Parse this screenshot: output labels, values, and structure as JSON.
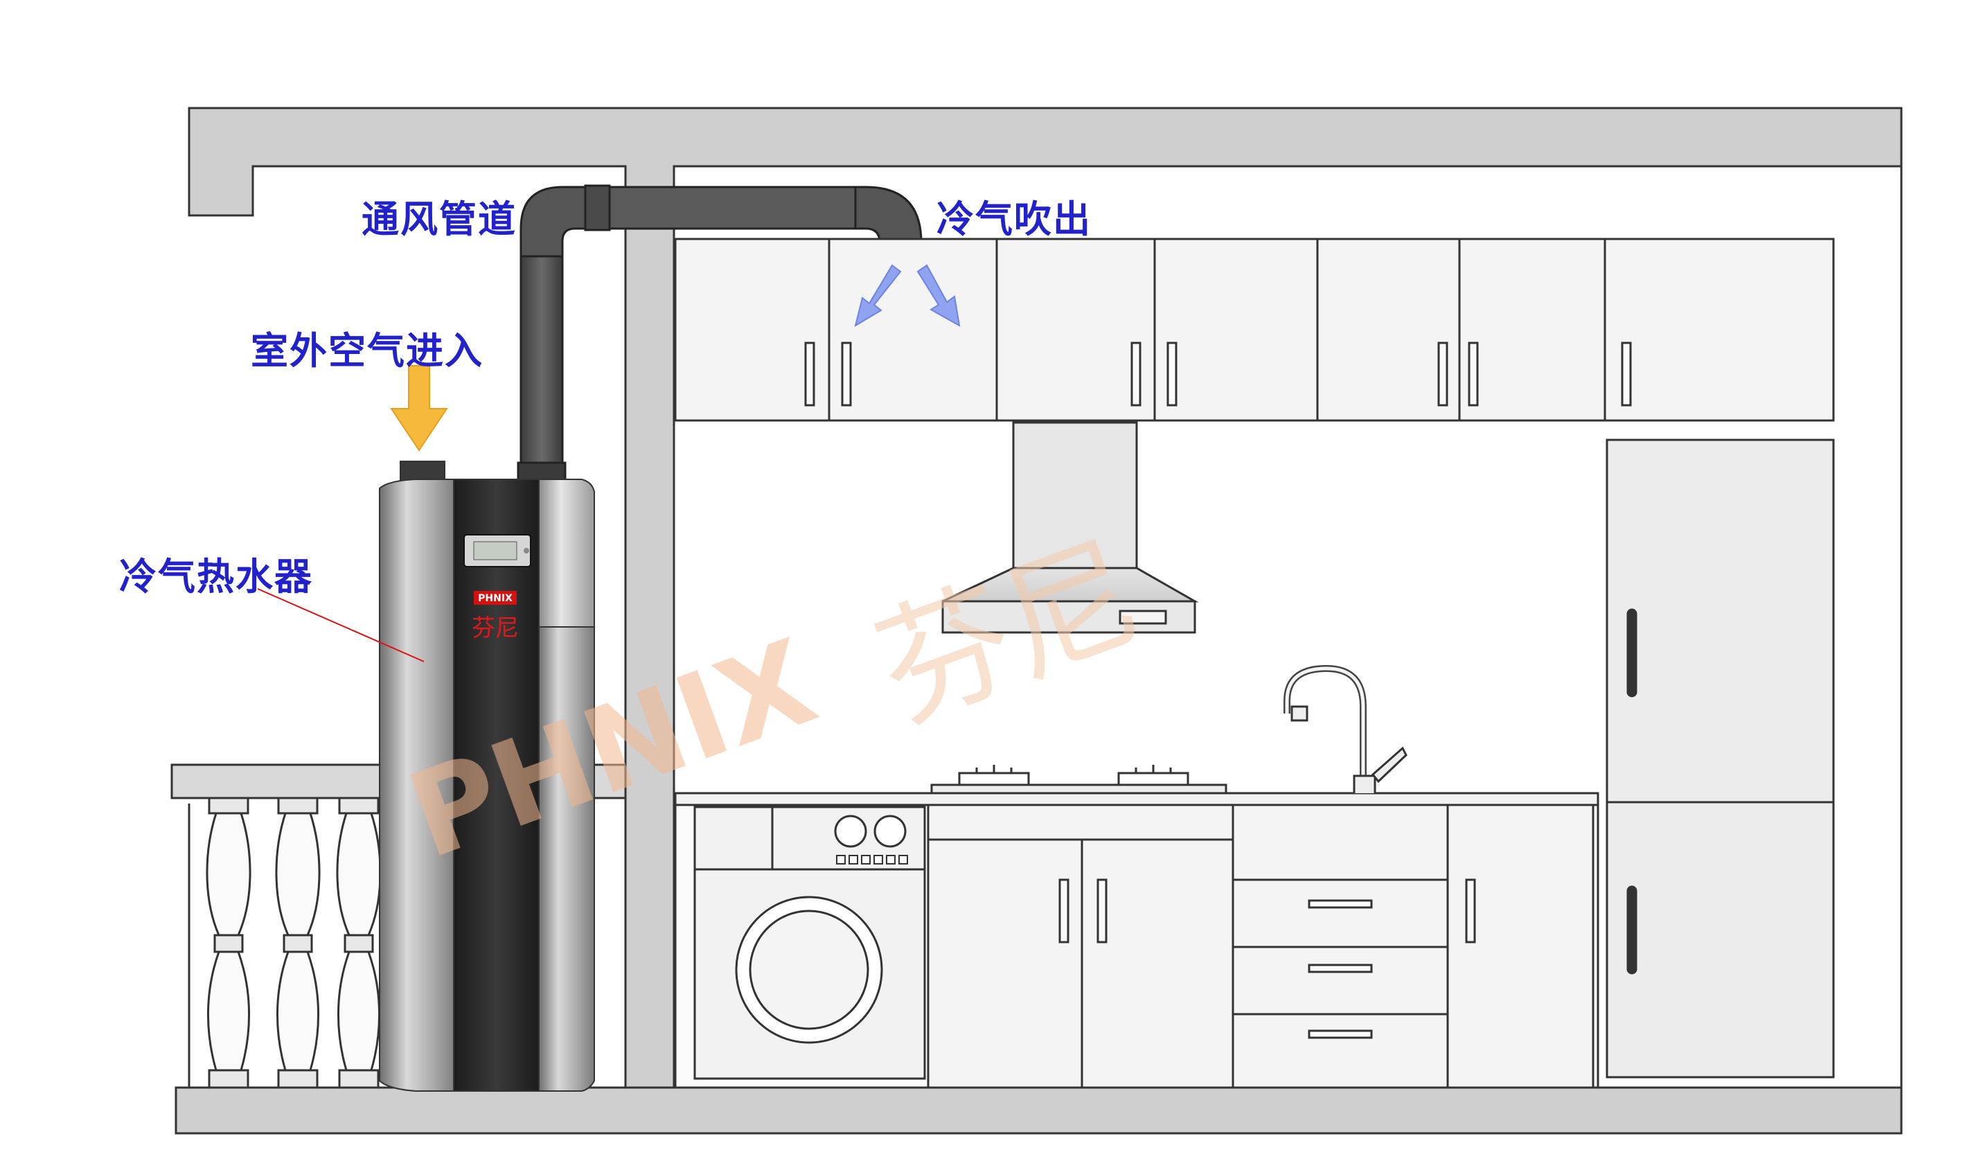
{
  "labels": {
    "duct": "通风管道",
    "cold_air_out": "冷气吹出",
    "outdoor_air_in": "室外空气进入",
    "heater": "冷气热水器"
  },
  "unit_brand": {
    "badge": "PHNIX",
    "name_cn": "芬尼"
  },
  "watermark": {
    "text_en": "PHNIX",
    "text_cn": "芬尼"
  },
  "colors": {
    "label_text": "#2222cc",
    "arrow_in": "#f6b93b",
    "arrow_out": "#8fa3f0",
    "duct": "#4a4a4a",
    "wall": "#cfcfcf",
    "leader_line": "#dd1111",
    "brand_red": "#d41111",
    "watermark": "#f3c9a8"
  }
}
